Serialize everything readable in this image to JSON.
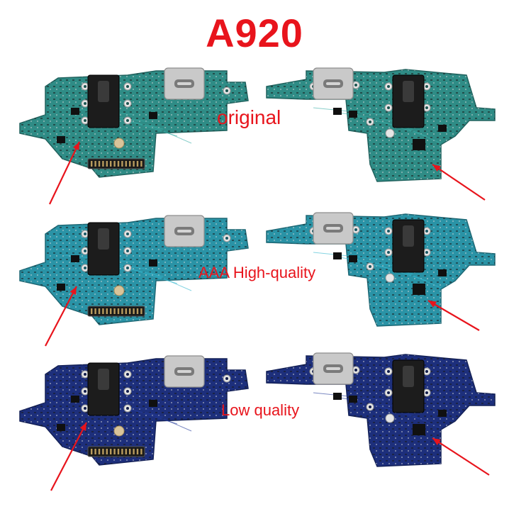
{
  "heading": "A920",
  "labels": {
    "original": "original",
    "aaa": "AAA High-quality",
    "low": "Low quality"
  },
  "colors": {
    "accent": "#e8141c",
    "board_original": "#2f8c86",
    "board_aaa": "#2a93a6",
    "board_low": "#1d2f7c"
  },
  "boards": [
    {
      "row": "original",
      "side": "left"
    },
    {
      "row": "original",
      "side": "right"
    },
    {
      "row": "aaa",
      "side": "left"
    },
    {
      "row": "aaa",
      "side": "right"
    },
    {
      "row": "low",
      "side": "left"
    },
    {
      "row": "low",
      "side": "right"
    }
  ]
}
